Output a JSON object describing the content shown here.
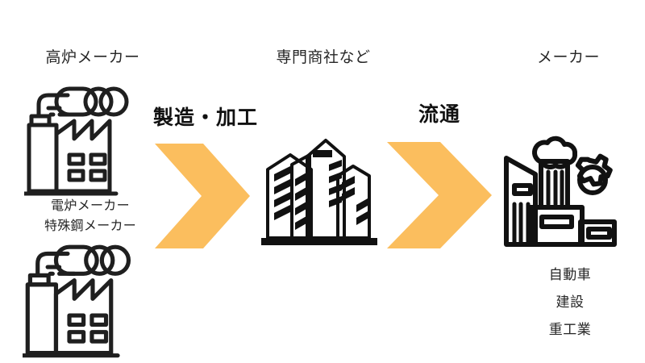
{
  "diagram": {
    "title_bar_color": "#ffffff",
    "accent_color": "#fbbe5e",
    "line_color": "#1f1f1f",
    "text_color": "#262626",
    "columns": [
      {
        "id": "upstream",
        "header": "高炉メーカー",
        "icon": "factory-icon",
        "sub_labels": [
          "電炉メーカー",
          "特殊鋼メーカー"
        ],
        "secondary_icon": "factory-icon"
      },
      {
        "id": "midstream",
        "header": "専門商社など",
        "icon": "office-buildings-icon",
        "sub_labels": [],
        "secondary_icon": null
      },
      {
        "id": "downstream",
        "header": "メーカー",
        "icon": "industrial-plant-gear-icon",
        "sub_labels": [
          "自動車",
          "建設",
          "重工業"
        ],
        "secondary_icon": null
      }
    ],
    "arrows": [
      {
        "id": "arrow-manufacturing",
        "label": "製造・加工",
        "shape": "chevron-right",
        "color": "#fbbe5e"
      },
      {
        "id": "arrow-distribution",
        "label": "流通",
        "shape": "chevron-right",
        "color": "#fbbe5e"
      }
    ]
  }
}
